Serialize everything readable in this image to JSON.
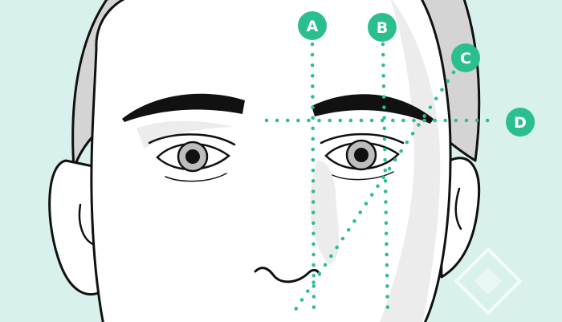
{
  "diagram": {
    "guides": [
      {
        "id": "A",
        "label": "A"
      },
      {
        "id": "B",
        "label": "B"
      },
      {
        "id": "C",
        "label": "C"
      },
      {
        "id": "D",
        "label": "D"
      }
    ],
    "colors": {
      "background": "#d9f1ec",
      "skin": "#ffffff",
      "hair": "#d4d4d4",
      "shadow": "#ececec",
      "outline": "#111111",
      "guide": "#2bbf8f",
      "watermark": "#ffffff"
    },
    "watermark_icon": "diamond-logo-icon"
  }
}
